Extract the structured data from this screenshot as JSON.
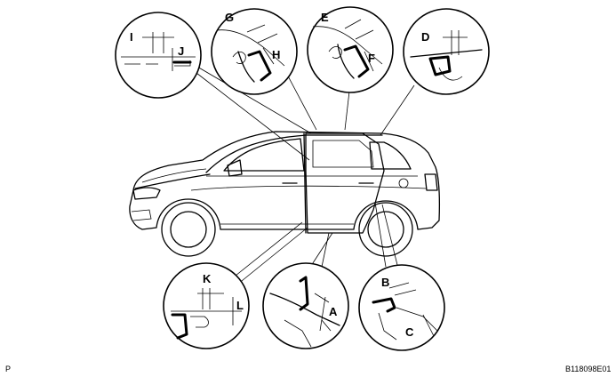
{
  "labels": {
    "I": "I",
    "J": "J",
    "G": "G",
    "H": "H",
    "E": "E",
    "F": "F",
    "D": "D",
    "K": "K",
    "L": "L",
    "A": "A",
    "B": "B",
    "C": "C"
  },
  "corner_left": "P",
  "corner_right": "B118098E01"
}
